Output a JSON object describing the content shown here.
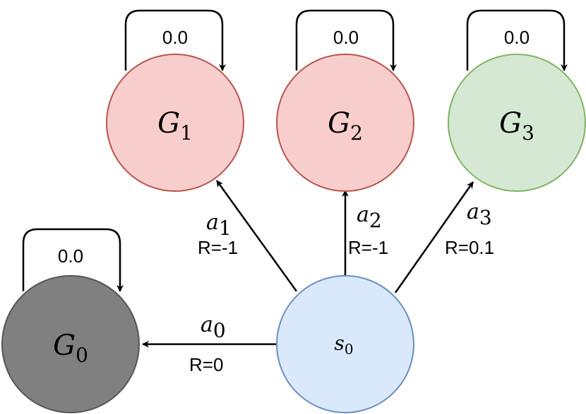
{
  "diagram": {
    "states": [
      {
        "id": "G1",
        "name": "G",
        "sub": "1",
        "fill": "#F8CECC",
        "stroke": "#B85450",
        "self_loop": "0.0"
      },
      {
        "id": "G2",
        "name": "G",
        "sub": "2",
        "fill": "#F8CECC",
        "stroke": "#B85450",
        "self_loop": "0.0"
      },
      {
        "id": "G3",
        "name": "G",
        "sub": "3",
        "fill": "#D5E8D4",
        "stroke": "#82B366",
        "self_loop": "0.0"
      },
      {
        "id": "G0",
        "name": "G",
        "sub": "0",
        "fill": "#808080",
        "stroke": "#555555",
        "self_loop": "0.0"
      },
      {
        "id": "s0",
        "name": "s",
        "sub": "0",
        "fill": "#DAE8FC",
        "stroke": "#6C8EBF"
      }
    ],
    "actions": [
      {
        "from": "s0",
        "to": "G1",
        "name": "a",
        "sub": "1",
        "reward": "R=-1"
      },
      {
        "from": "s0",
        "to": "G2",
        "name": "a",
        "sub": "2",
        "reward": "R=-1"
      },
      {
        "from": "s0",
        "to": "G3",
        "name": "a",
        "sub": "3",
        "reward": "R=0.1"
      },
      {
        "from": "s0",
        "to": "G0",
        "name": "a",
        "sub": "0",
        "reward": "R=0"
      }
    ]
  }
}
